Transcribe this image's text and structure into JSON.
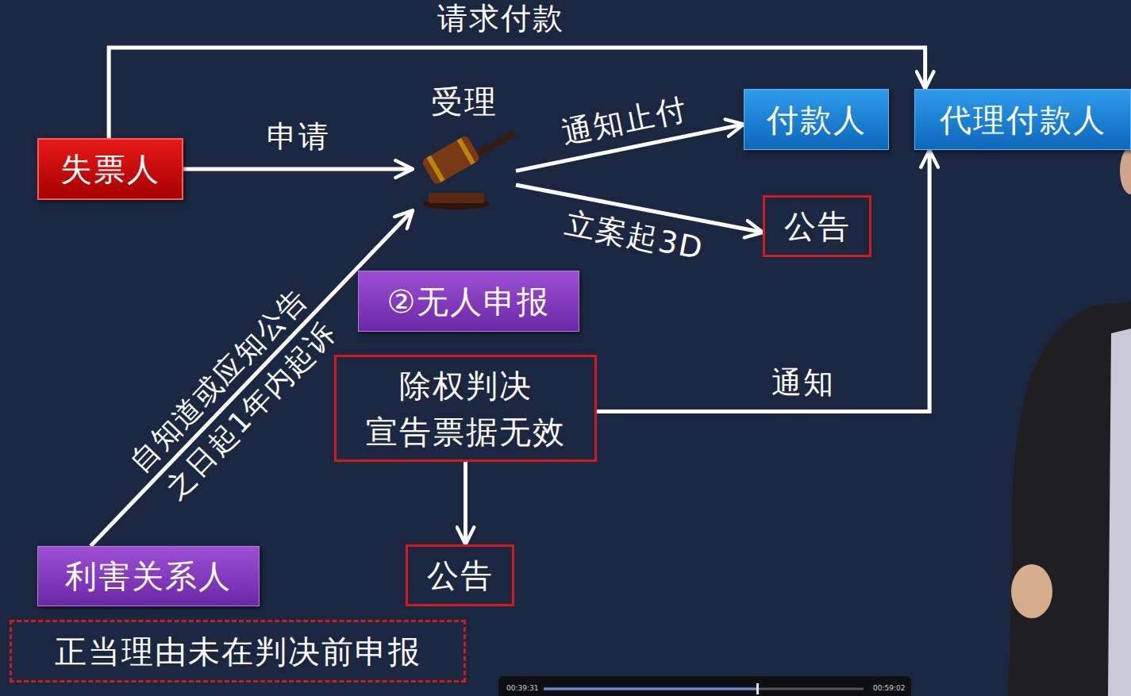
{
  "diagram": {
    "nodes": [
      {
        "text": [
          "失票人"
        ]
      },
      {
        "text": [
          "受理"
        ]
      },
      {
        "text": [
          "付款人"
        ]
      },
      {
        "text": [
          "代理付款人"
        ]
      },
      {
        "text": [
          "公告"
        ]
      },
      {
        "text": [
          "②无人申报"
        ]
      },
      {
        "text": [
          "除权判决 宣告票据无效"
        ]
      },
      {
        "text": [
          "公告"
        ]
      },
      {
        "text": [
          "利害关系人"
        ]
      },
      {
        "text": [
          "正当理由未在判决前申报"
        ]
      }
    ],
    "edges": [
      {
        "from": 0,
        "to": 3,
        "label": "请求付款",
        "arrow": "to"
      },
      {
        "from": 0,
        "to": 1,
        "label": "申请",
        "arrow": "to"
      },
      {
        "from": 1,
        "to": 2,
        "label": "通知止付",
        "arrow": "to"
      },
      {
        "from": 1,
        "to": 4,
        "label": "立案起3D",
        "arrow": "to"
      },
      {
        "from": 8,
        "to": 1,
        "label": "自知道或应知公告 之日起1年内起诉",
        "arrow": "to"
      },
      {
        "from": 6,
        "to": 3,
        "label": "通知",
        "arrow": "to"
      },
      {
        "from": 6,
        "to": 7,
        "arrow": "to"
      }
    ],
    "labels": [
      "00:39:31",
      "00:59:02"
    ]
  }
}
